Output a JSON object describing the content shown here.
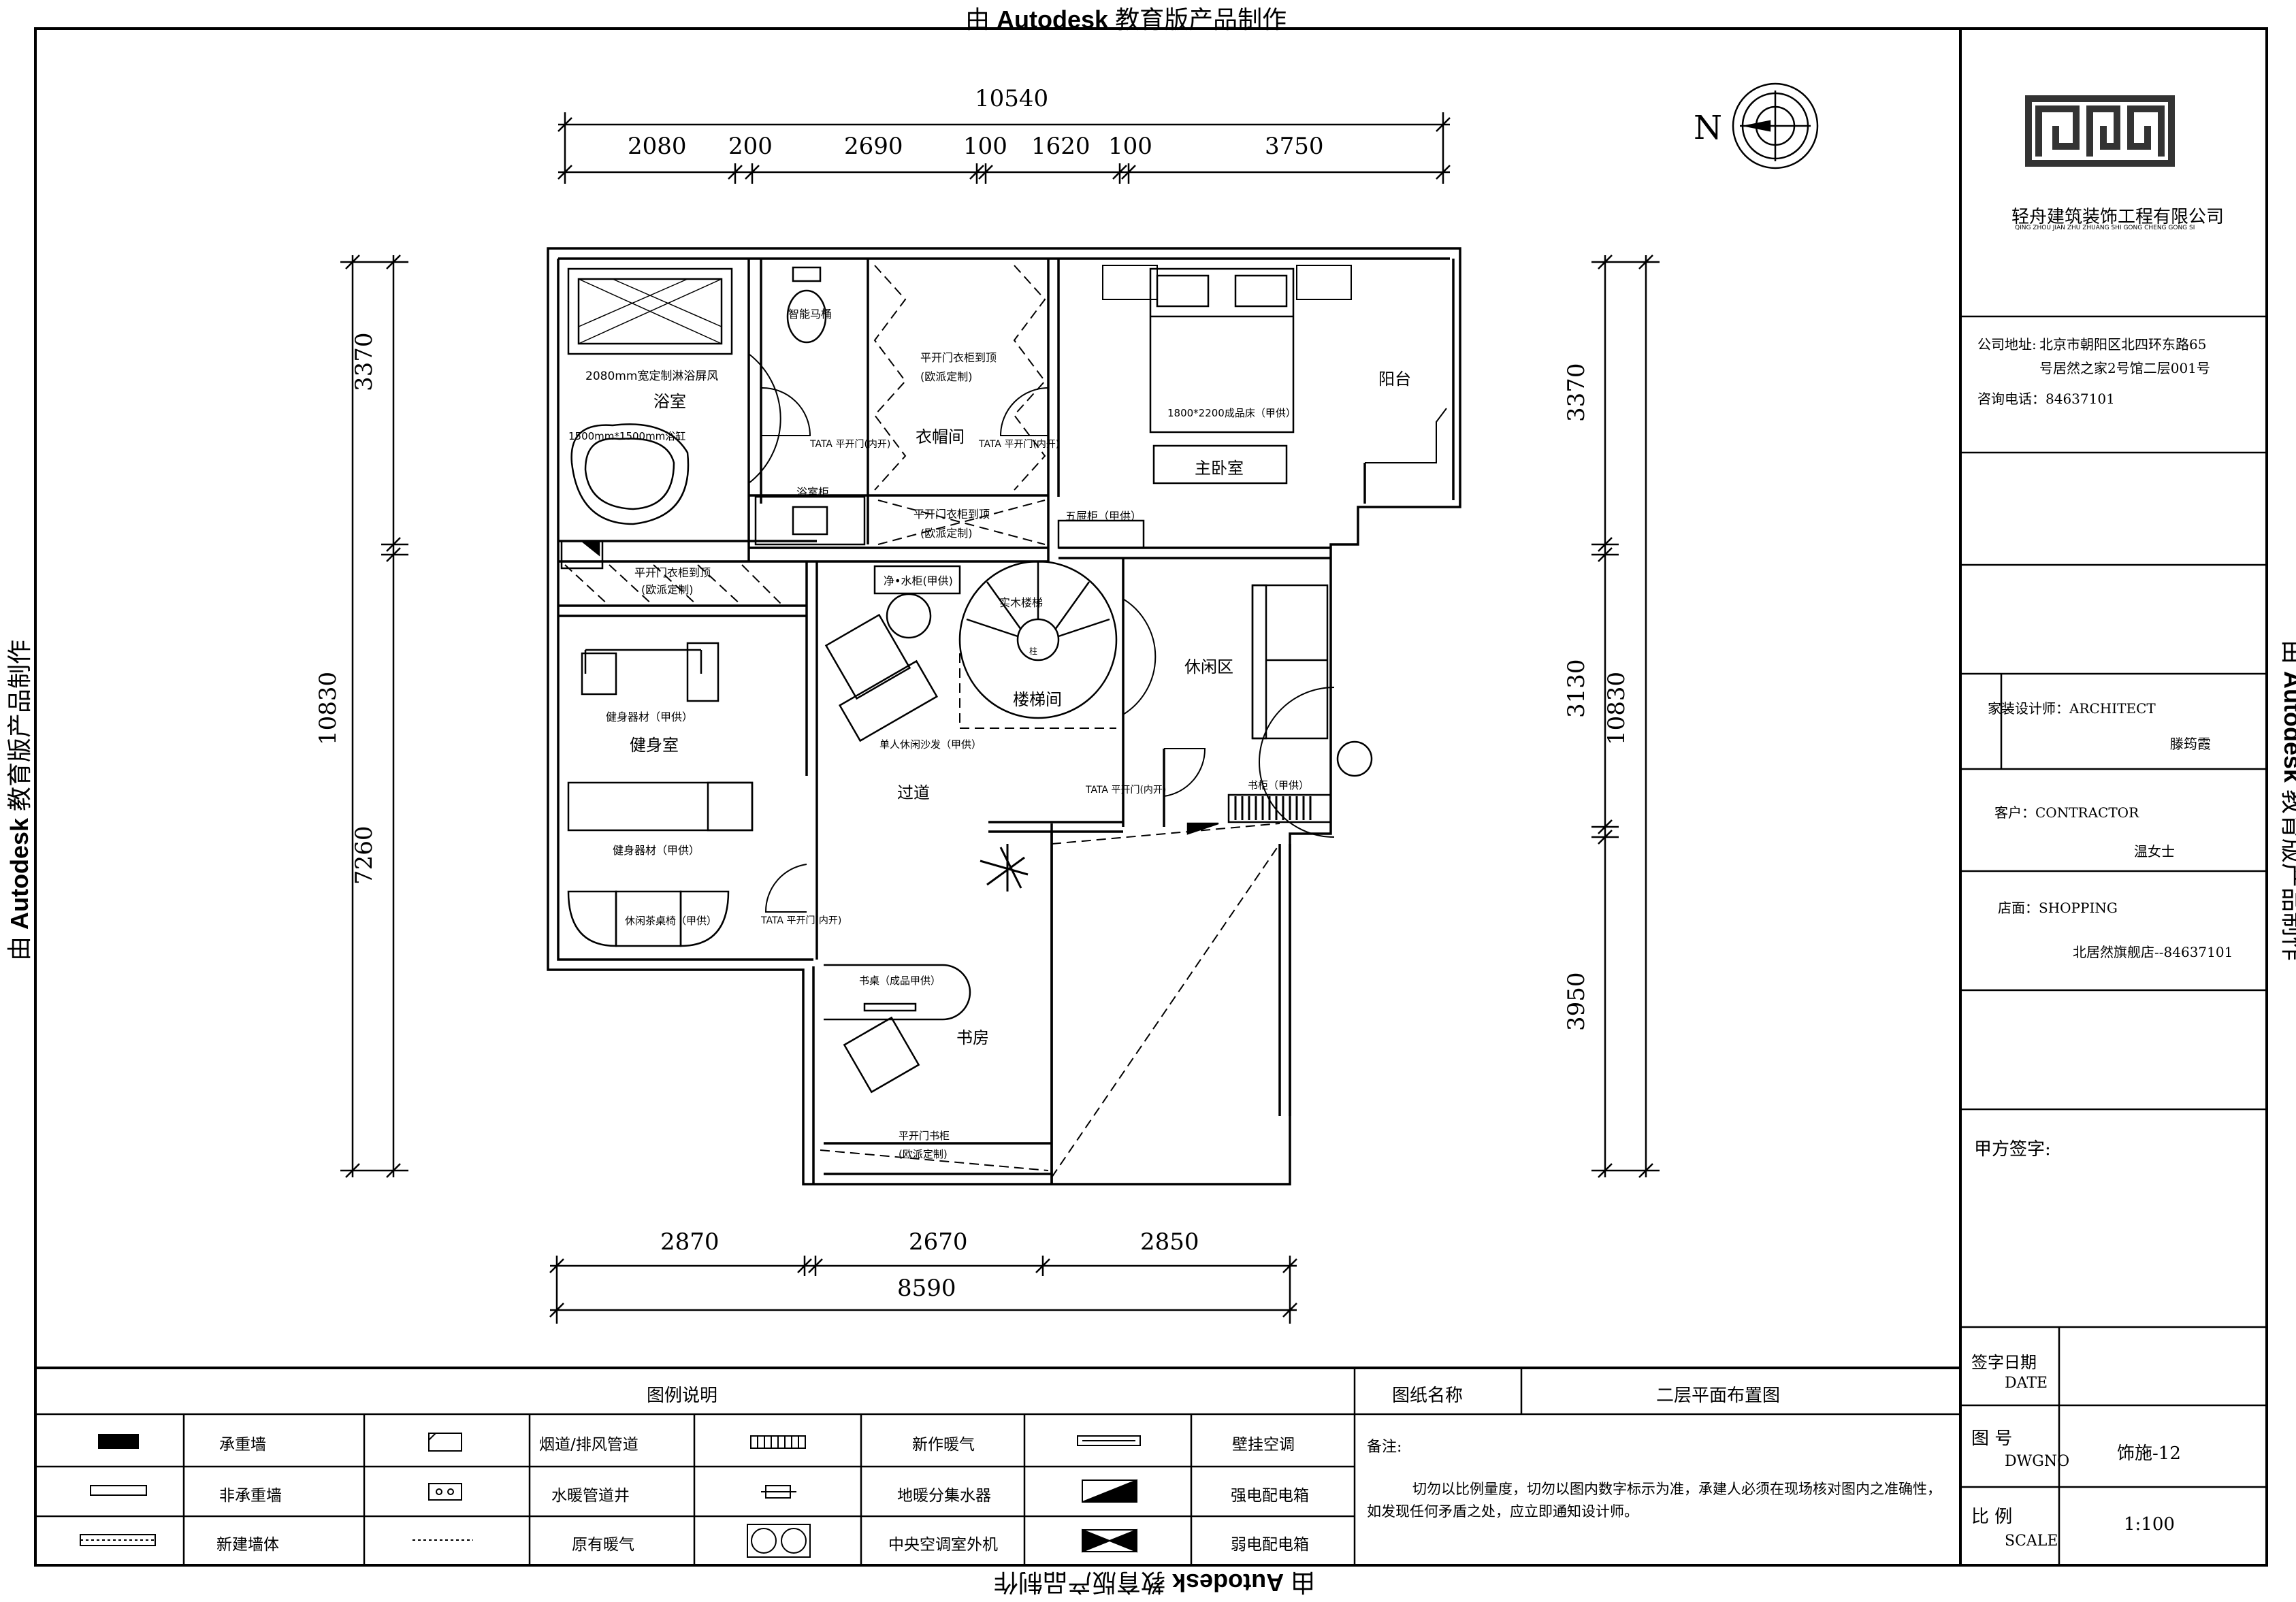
{
  "watermark": {
    "prefix": "由",
    "brand": "Autodesk",
    "suffix": "教育版产品制作"
  },
  "north": "N",
  "dimensions": {
    "top_total": "10540",
    "top_segments": [
      "2080",
      "200",
      "2690",
      "100",
      "1620",
      "100",
      "3750"
    ],
    "bottom_segments": [
      "2870",
      "2670",
      "2850"
    ],
    "bottom_total": "8590",
    "left_upper": "3370",
    "left_lower": "7260",
    "left_total": "10830",
    "right_upper": "3370",
    "right_mid": "3130",
    "right_lower": "3950",
    "right_total": "10830"
  },
  "rooms": {
    "bathroom": "浴室",
    "closet": "衣帽间",
    "master_bedroom": "主卧室",
    "balcony": "阳台",
    "gym": "健身室",
    "corridor": "过道",
    "stair": "楼梯间",
    "lounge": "休闲区",
    "study": "书房"
  },
  "annotations": {
    "shower_screen": "2080mm宽定制淋浴屏风",
    "bathtub": "1500mm*1500mm浴缸",
    "smart_toilet": "智能马桶",
    "door_bath": "TATA 平开门(内开)",
    "door_closet": "TATA 平开门(内开)",
    "wardrobe_top": "平开门衣柜到顶",
    "wardrobe_top_note": "(欧派定制)",
    "wardrobe_mid": "平开门衣柜到顶",
    "wardrobe_mid_note": "(欧派定制)",
    "wardrobe_left": "平开门衣柜到顶",
    "wardrobe_left_note": "(欧派定制)",
    "vanity": "浴室柜",
    "bed": "1800*2200成品床（甲供）",
    "chest": "五屉柜（甲供）",
    "stand": "净•水柜(甲供)",
    "solid_stair": "实木楼梯",
    "column": "柱",
    "gym_eq1": "健身器材（甲供）",
    "gym_eq2": "健身器材（甲供）",
    "tea_chairs": "休闲茶桌椅（甲供）",
    "sofa_single": "单人休闲沙发（甲供）",
    "door_lounge": "TATA 平开门(内开)",
    "door_gym": "TATA 平开门(内开)",
    "bookcase_lounge": "书柜（甲供）",
    "desk": "书桌（成品甲供）",
    "bookcase_study": "平开门书柜",
    "bookcase_study_note": "(欧派定制)"
  },
  "title_block": {
    "company_name": "轻舟建筑装饰工程有限公司",
    "company_pinyin": "QING ZHOU JIAN ZHU ZHUANG SHI GONG CHENG GONG SI",
    "address_label": "公司地址:",
    "address_line1": "北京市朝阳区北四环东路65",
    "address_line2": "号居然之家2号馆二层001号",
    "phone": "咨询电话：84637101",
    "designer_label": "家装设计师：ARCHITECT",
    "designer_name": "滕筠霞",
    "client_label": "客户：CONTRACTOR",
    "client_name": "温女士",
    "shop_label": "店面：SHOPPING",
    "shop_name": "北居然旗舰店--84637101",
    "party_a_sign": "甲方签字:",
    "sign_date_cn": "签字日期",
    "sign_date_en": "DATE",
    "drawing_no_cn": "图  号",
    "drawing_no_en": "DWGNO",
    "drawing_no": "饰施-12",
    "scale_cn": "比  例",
    "scale_en": "SCALE",
    "scale": "1:100"
  },
  "bottom_block": {
    "legend_title": "图例说明",
    "drawing_name_label": "图纸名称",
    "drawing_name": "二层平面布置图",
    "notes_label": "备注:",
    "notes_line1": "切勿以比例量度，切勿以图内数字标示为准，承建人必须在现场核对图内之准确性，",
    "notes_line2": "如发现任何矛盾之处，应立即通知设计师。"
  },
  "legend": [
    {
      "label": "承重墙"
    },
    {
      "label": "烟道/排风管道"
    },
    {
      "label": "新作暖气"
    },
    {
      "label": "壁挂空调"
    },
    {
      "label": "非承重墙"
    },
    {
      "label": "水暖管道井"
    },
    {
      "label": "地暖分集水器"
    },
    {
      "label": "强电配电箱"
    },
    {
      "label": "新建墙体"
    },
    {
      "label": "原有暖气"
    },
    {
      "label": "中央空调室外机"
    },
    {
      "label": "弱电配电箱"
    }
  ]
}
